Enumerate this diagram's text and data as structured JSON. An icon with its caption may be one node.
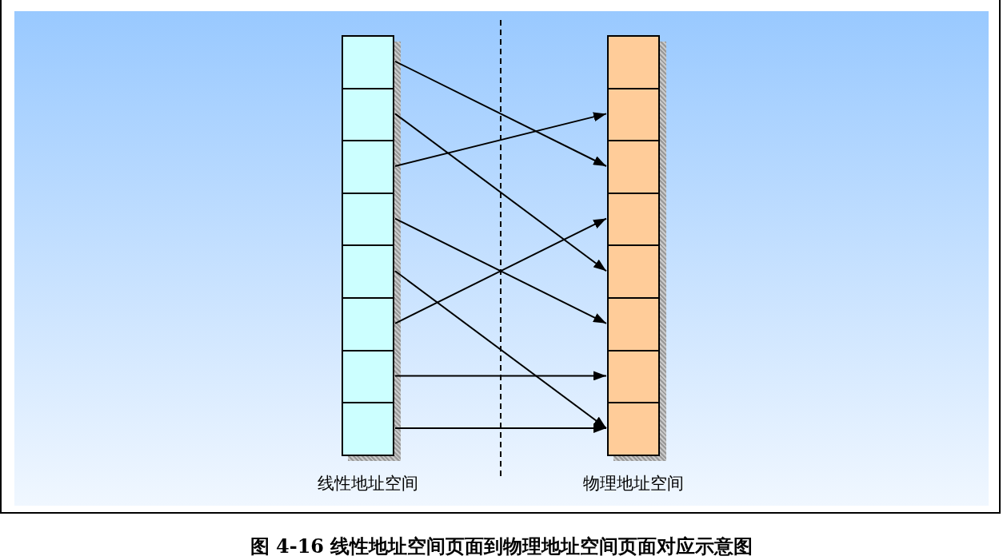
{
  "diagram": {
    "caption": "图 4-16 线性地址空间页面到物理地址空间页面对应示意图",
    "nodes": [
      {
        "text": [],
        "shape": "box"
      },
      {
        "text": [],
        "shape": "box"
      },
      {
        "text": [],
        "shape": "box"
      },
      {
        "text": [],
        "shape": "box"
      },
      {
        "text": [],
        "shape": "box"
      },
      {
        "text": [],
        "shape": "box"
      },
      {
        "text": [],
        "shape": "box"
      },
      {
        "text": [],
        "shape": "box"
      },
      {
        "text": [],
        "shape": "box"
      },
      {
        "text": [],
        "shape": "box"
      },
      {
        "text": [],
        "shape": "box"
      },
      {
        "text": [],
        "shape": "box"
      },
      {
        "text": [],
        "shape": "box"
      },
      {
        "text": [],
        "shape": "box"
      },
      {
        "text": [],
        "shape": "box"
      },
      {
        "text": [],
        "shape": "box"
      }
    ],
    "edges": [
      {
        "from": 0,
        "to": 10,
        "arrow": "to"
      },
      {
        "from": 1,
        "to": 12,
        "arrow": "to"
      },
      {
        "from": 2,
        "to": 9,
        "arrow": "to"
      },
      {
        "from": 3,
        "to": 13,
        "arrow": "to"
      },
      {
        "from": 4,
        "to": 15,
        "arrow": "to"
      },
      {
        "from": 5,
        "to": 11,
        "arrow": "to"
      },
      {
        "from": 6,
        "to": 14,
        "arrow": "to"
      },
      {
        "from": 7,
        "to": 15,
        "arrow": "to"
      }
    ],
    "labels": [
      "线性地址空间",
      "物理地址空间"
    ]
  }
}
